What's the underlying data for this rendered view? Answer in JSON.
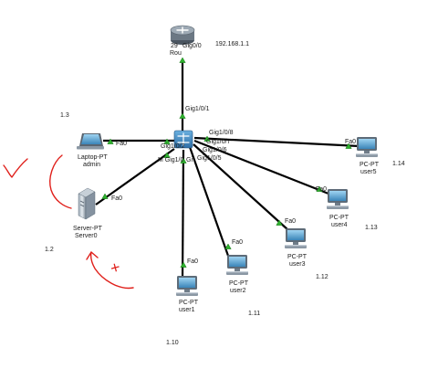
{
  "router": {
    "name_line1": "29",
    "name_line2": "Rou",
    "port": "Gig0/0",
    "ip": "192.168.1.1"
  },
  "switch": {
    "uplink_port": "Gig1/0/1",
    "port_admin": "Gig1/0/2",
    "port_server": "M Gig1/0",
    "port_user1": "Gi",
    "port_user5": "Gig1/0/8",
    "port_user4": "Gig1/0/7",
    "port_user3": "Gig1/0/6",
    "port_user2": "Gig1/0/5"
  },
  "devices": {
    "admin": {
      "type": "Laptop-PT",
      "name": "admin",
      "port": "Fa0",
      "ip": "1.3"
    },
    "server0": {
      "type": "Server-PT",
      "name": "Server0",
      "port": "Fa0",
      "ip": "1.2"
    },
    "user1": {
      "type": "PC-PT",
      "name": "user1",
      "port": "Fa0",
      "ip": "1.10"
    },
    "user2": {
      "type": "PC-PT",
      "name": "user2",
      "port": "Fa0",
      "ip": "1.11"
    },
    "user3": {
      "type": "PC-PT",
      "name": "user3",
      "port": "Fa0",
      "ip": "1.12"
    },
    "user4": {
      "type": "PC-PT",
      "name": "user4",
      "port": "Fa0",
      "ip": "1.13"
    },
    "user5": {
      "type": "PC-PT",
      "name": "user5",
      "port": "Fa0",
      "ip": "1.14"
    }
  },
  "annotation": {
    "plus": "+"
  },
  "colors": {
    "link": "#000000",
    "port_up": "#2fb12f",
    "ink": "#e0201b",
    "device_blue": "#2b6cb0"
  }
}
